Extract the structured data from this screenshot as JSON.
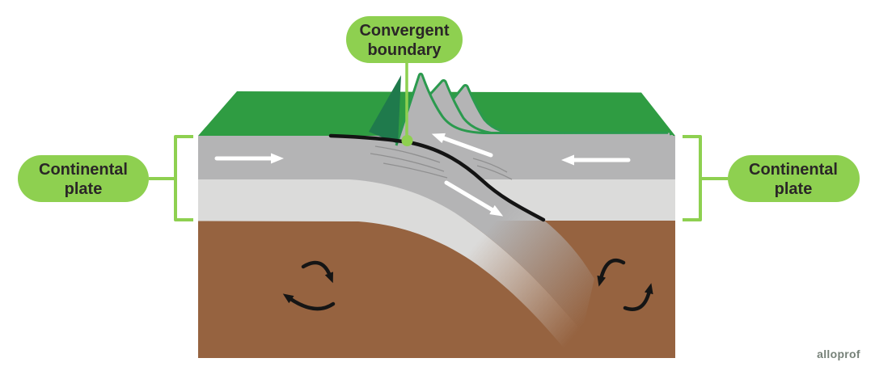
{
  "labels": {
    "top_bubble": {
      "line1": "Convergent",
      "line2": "boundary"
    },
    "left_bubble": {
      "line1": "Continental",
      "line2": "plate"
    },
    "right_bubble": {
      "line1": "Continental",
      "line2": "plate"
    },
    "watermark": "alloprof"
  },
  "colors": {
    "accent_green": "#8ED050",
    "surface_green": "#2F9C42",
    "mountain_outline_green": "#2B9A4E",
    "ridge_dark_green": "#1F7A4C",
    "crust_upper_gray": "#B4B4B5",
    "crust_lower_gray": "#DBDBDA",
    "mantle_brown": "#966340",
    "fault_black": "#141414",
    "arrow_white": "#FFFFFF",
    "text_dark": "#2A2627"
  },
  "diagram": {
    "type": "plate-tectonics-cross-section",
    "plate_motion": {
      "left_plate": "toward right",
      "right_plate": "toward left",
      "subducting_slab": "down-right beneath right plate",
      "overriding_edge": "up-left over boundary"
    },
    "mantle_convection": {
      "left_cell": "clockwise",
      "right_cell": "counterclockwise"
    }
  }
}
